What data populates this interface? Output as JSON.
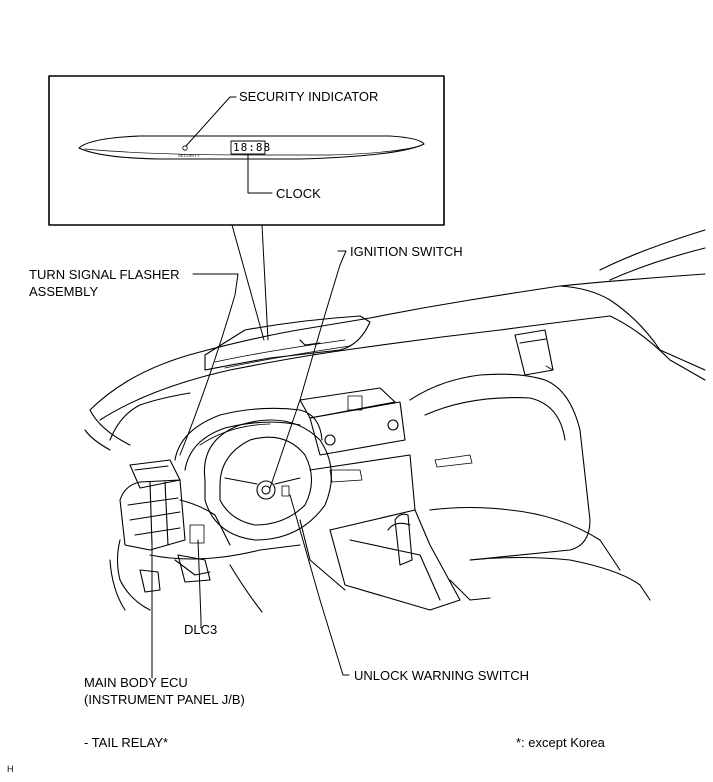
{
  "callouts": {
    "security_indicator": "SECURITY INDICATOR",
    "clock": "CLOCK",
    "ignition_switch": "IGNITION SWITCH",
    "turn_signal_line1": "TURN SIGNAL FLASHER",
    "turn_signal_line2": "ASSEMBLY",
    "dlc3": "DLC3",
    "unlock_warning_switch": "UNLOCK WARNING SWITCH",
    "main_body_ecu_line1": "MAIN BODY ECU",
    "main_body_ecu_line2": "(INSTRUMENT PANEL J/B)",
    "tail_relay": "- TAIL RELAY*"
  },
  "inset": {
    "clock_display": "18:88",
    "security_tiny": "SECURITY"
  },
  "footnote": "*: except Korea",
  "corner_mark": "H"
}
